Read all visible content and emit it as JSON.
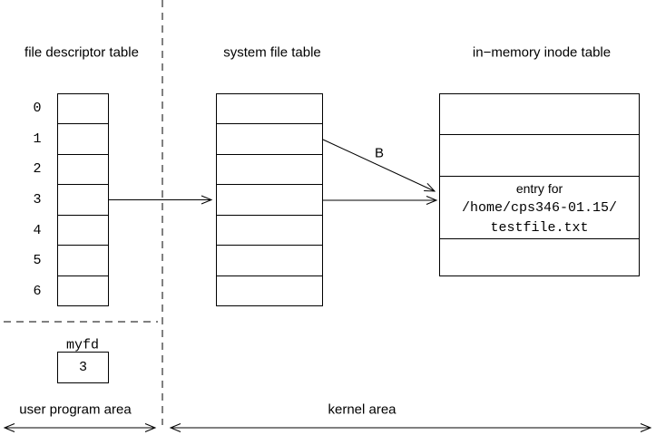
{
  "titles": {
    "fd_table": "file descriptor table",
    "system_file_table": "system file table",
    "inode_table": "in−memory inode table"
  },
  "fd_table": {
    "row_labels": [
      "0",
      "1",
      "2",
      "3",
      "4",
      "5",
      "6"
    ]
  },
  "system_file_table": {
    "row_count": 7
  },
  "inode_table": {
    "entry": {
      "line1": "entry for",
      "line2": "/home/cps346-01.15/",
      "line3": "testfile.txt"
    }
  },
  "myfd": {
    "label": "myfd",
    "value": "3"
  },
  "areas": {
    "user": "user program area",
    "kernel": "kernel area"
  },
  "arrows": {
    "system_to_inode_label": "B"
  },
  "colors": {
    "foreground": "#000000",
    "background": "#ffffff"
  }
}
